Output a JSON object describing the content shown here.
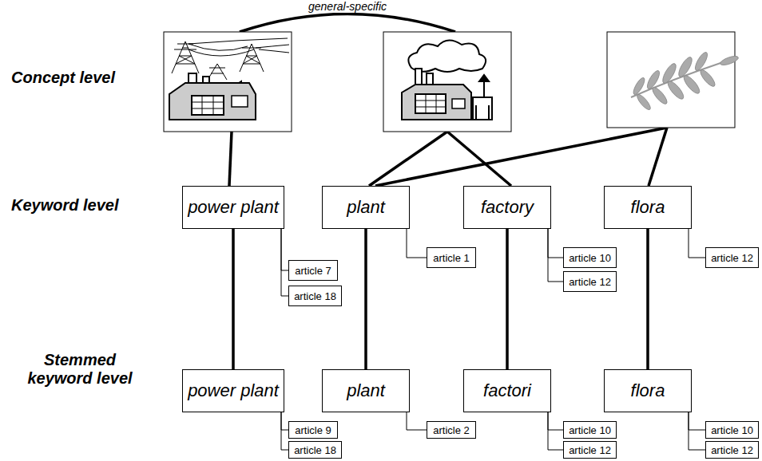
{
  "diagram": {
    "nodes": [
      {
        "text": [
          "power plant"
        ]
      },
      {
        "text": [
          "article 7"
        ]
      },
      {
        "text": [
          "article 18"
        ]
      },
      {
        "text": [
          "plant"
        ]
      },
      {
        "text": [
          "article 1"
        ]
      },
      {
        "text": [
          "factory"
        ]
      },
      {
        "text": [
          "article 10"
        ]
      },
      {
        "text": [
          "article 12"
        ]
      },
      {
        "text": [
          "flora"
        ]
      },
      {
        "text": [
          "article 12"
        ]
      },
      {
        "text": [
          "power plant"
        ]
      },
      {
        "text": [
          "article 9"
        ]
      },
      {
        "text": [
          "article 18"
        ]
      },
      {
        "text": [
          "plant"
        ]
      },
      {
        "text": [
          "article 2"
        ]
      },
      {
        "text": [
          "factori"
        ]
      },
      {
        "text": [
          "article 10"
        ]
      },
      {
        "text": [
          "article 12"
        ]
      },
      {
        "text": [
          "flora"
        ]
      },
      {
        "text": [
          "article 10"
        ]
      },
      {
        "text": [
          "article 12"
        ]
      }
    ],
    "edges": [
      {
        "from": 0,
        "to": 1,
        "arrow": "none"
      },
      {
        "from": 0,
        "to": 2,
        "arrow": "none"
      },
      {
        "from": 3,
        "to": 4,
        "arrow": "none"
      },
      {
        "from": 5,
        "to": 6,
        "arrow": "none"
      },
      {
        "from": 5,
        "to": 7,
        "arrow": "none"
      },
      {
        "from": 8,
        "to": 9,
        "arrow": "none"
      },
      {
        "from": 0,
        "to": 10,
        "arrow": "none"
      },
      {
        "from": 3,
        "to": 13,
        "arrow": "none"
      },
      {
        "from": 5,
        "to": 15,
        "arrow": "none"
      },
      {
        "from": 8,
        "to": 18,
        "arrow": "none"
      },
      {
        "from": 10,
        "to": 11,
        "arrow": "none"
      },
      {
        "from": 10,
        "to": 12,
        "arrow": "none"
      },
      {
        "from": 13,
        "to": 14,
        "arrow": "none"
      },
      {
        "from": 15,
        "to": 16,
        "arrow": "none"
      },
      {
        "from": 15,
        "to": 17,
        "arrow": "none"
      },
      {
        "from": 18,
        "to": 19,
        "arrow": "none"
      },
      {
        "from": 18,
        "to": 20,
        "arrow": "none"
      }
    ],
    "labels": [
      "general-specific",
      "Concept level",
      "Keyword level",
      "Stemmed keyword level"
    ]
  }
}
